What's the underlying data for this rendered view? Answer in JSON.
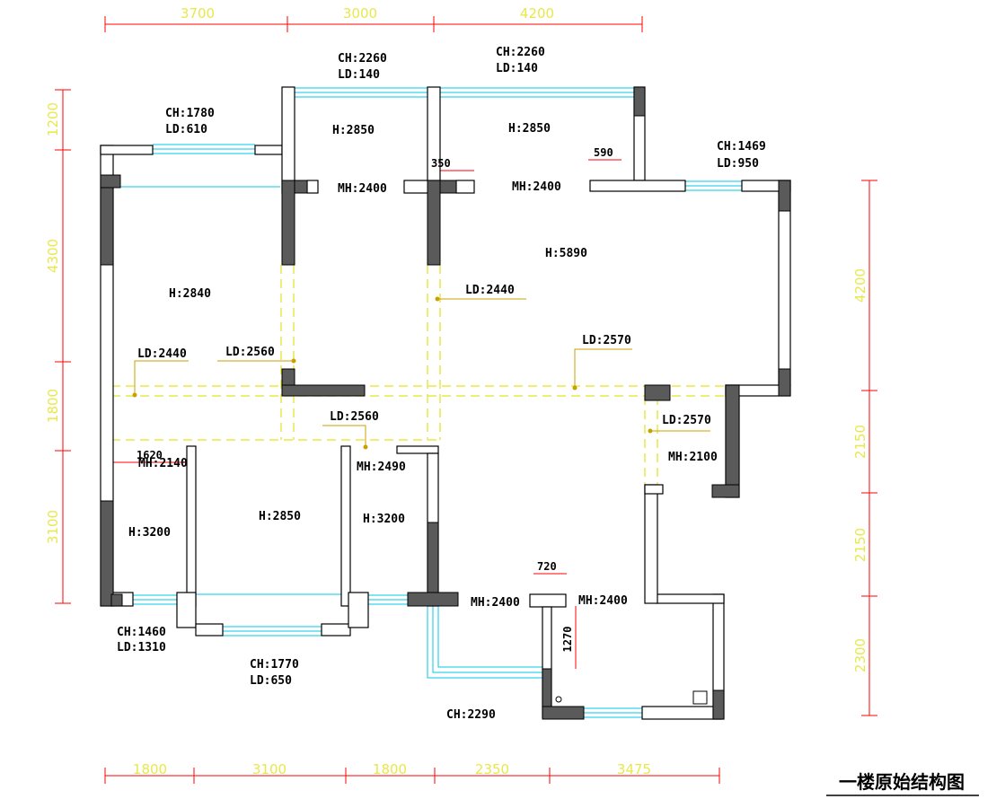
{
  "drawing": {
    "title": "一楼原始结构图"
  },
  "dimensions": {
    "top": [
      "3700",
      "3000",
      "4200"
    ],
    "bottom": [
      "1800",
      "3100",
      "1800",
      "2350",
      "3475"
    ],
    "left": [
      "1200",
      "4300",
      "1800",
      "3100"
    ],
    "right": [
      "4200",
      "2150",
      "2150",
      "2300"
    ]
  },
  "labels": [
    "CH:2260",
    "LD:140",
    "CH:2260",
    "LD:140",
    "CH:1780",
    "LD:610",
    "CH:1469",
    "LD:950",
    "H:2850",
    "H:2850",
    "350",
    "590",
    "MH:2400",
    "MH:2400",
    "H:5890",
    "LD:2440",
    "H:2840",
    "LD:2440",
    "LD:2560",
    "LD:2570",
    "LD:2560",
    "LD:2570",
    "1620",
    "MH:2140",
    "MH:2490",
    "MH:2100",
    "H:3200",
    "H:2850",
    "H:3200",
    "720",
    "MH:2400",
    "MH:2400",
    "1270",
    "CH:1460",
    "LD:1310",
    "CH:1770",
    "LD:650",
    "CH:2290"
  ],
  "colors": {
    "wall": "#000000",
    "column": "#5a5a5a",
    "window": "#00c8e8",
    "dimension_line": "#ff0000",
    "dimension_text": "#e8e84a",
    "beam_line": "#e8e84a",
    "leader": "#c8a000"
  }
}
